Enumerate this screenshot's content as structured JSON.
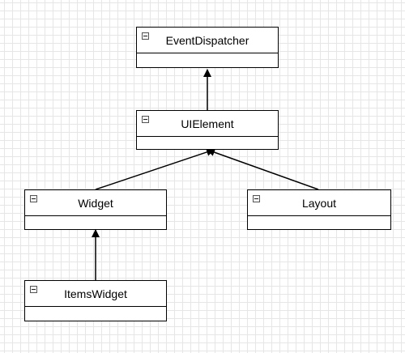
{
  "diagram": {
    "classes": [
      {
        "id": "eventdispatcher",
        "name": "EventDispatcher"
      },
      {
        "id": "uielement",
        "name": "UIElement"
      },
      {
        "id": "widget",
        "name": "Widget"
      },
      {
        "id": "layout",
        "name": "Layout"
      },
      {
        "id": "itemswidget",
        "name": "ItemsWidget"
      }
    ],
    "relations": [
      {
        "from": "uielement",
        "to": "eventdispatcher",
        "type": "inheritance"
      },
      {
        "from": "widget",
        "to": "uielement",
        "type": "inheritance"
      },
      {
        "from": "layout",
        "to": "uielement",
        "type": "inheritance"
      },
      {
        "from": "itemswidget",
        "to": "widget",
        "type": "inheritance"
      }
    ],
    "colors": {
      "background": "#ffffff",
      "grid": "#e6e6e6",
      "stroke": "#000000"
    }
  }
}
